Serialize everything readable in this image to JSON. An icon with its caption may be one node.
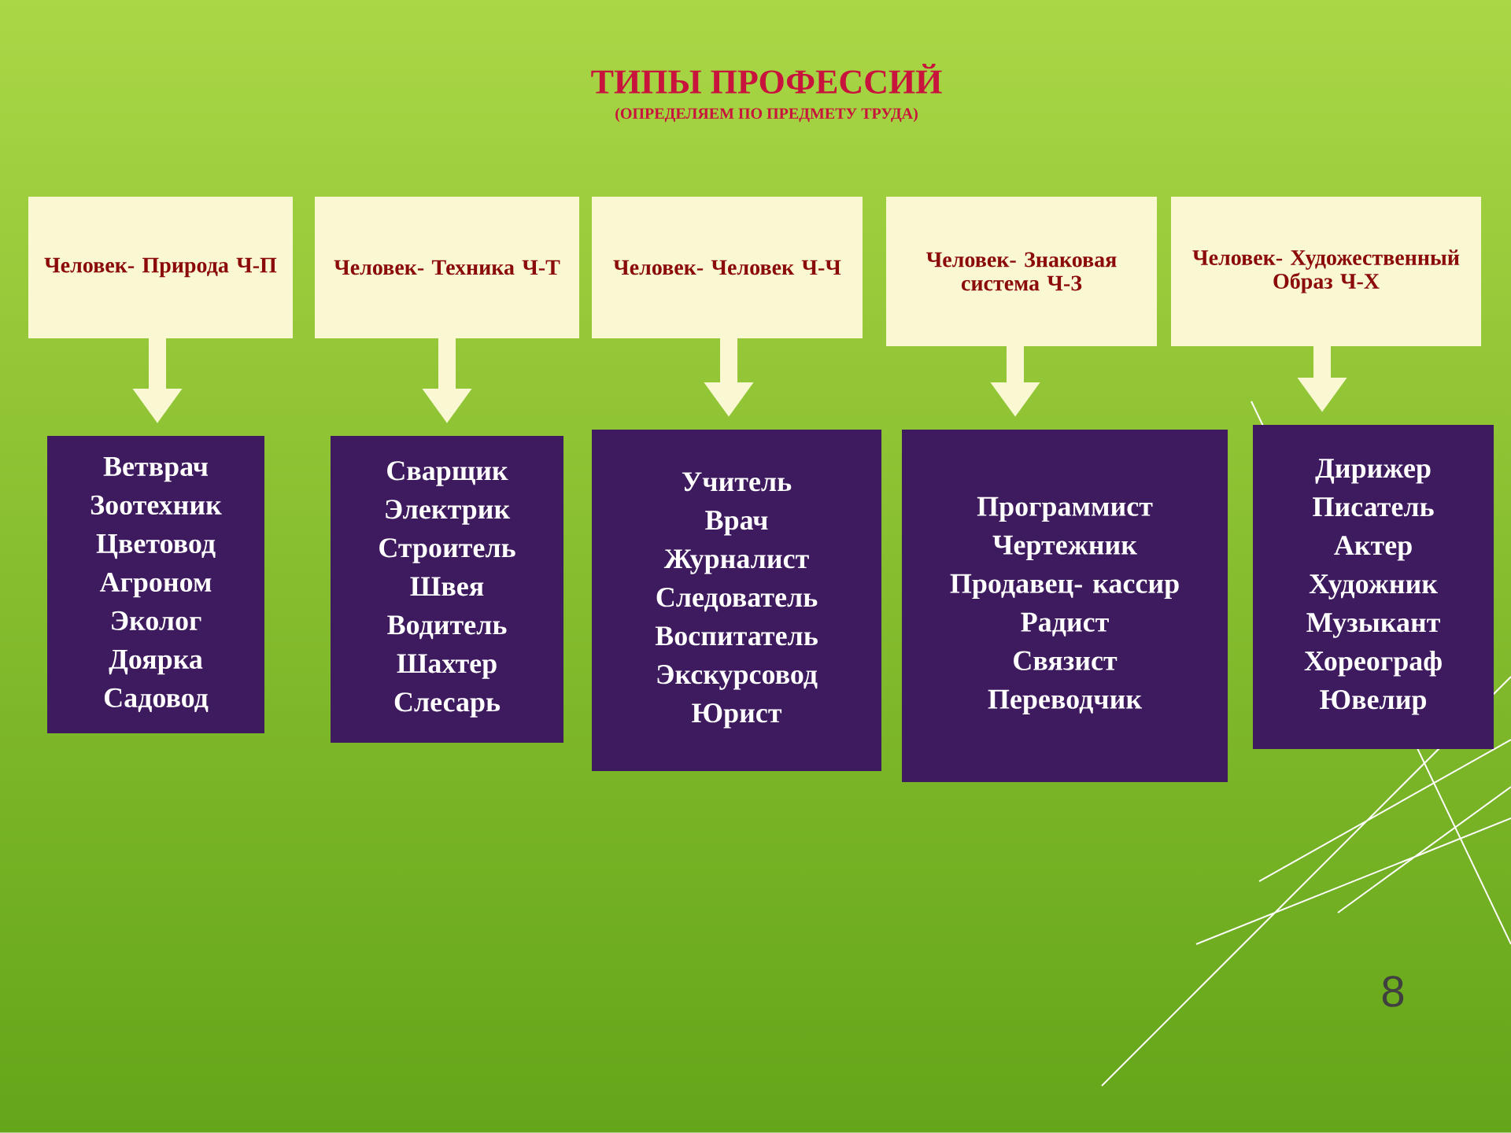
{
  "diagram": {
    "title": "ТИПЫ ПРОФЕССИЙ",
    "nodes": [
      {
        "text": [
          "Человек- Природа Ч-П"
        ]
      },
      {
        "text": [
          "Человек- Техника Ч-Т"
        ]
      },
      {
        "text": [
          "Человек- Человек Ч-Ч"
        ]
      },
      {
        "text": [
          "Человек- Знаковая система Ч-З"
        ]
      },
      {
        "text": [
          "Человек- Художественный Образ Ч-Х"
        ]
      },
      {
        "text": [
          "Ветврач",
          "Зоотехник",
          "Цветовод",
          "Агроном",
          "Эколог",
          "Доярка",
          "Садовод"
        ]
      },
      {
        "text": [
          "Сварщик",
          "Электрик",
          "Строитель",
          "Швея",
          "Водитель",
          "Шахтер",
          "Слесарь"
        ]
      },
      {
        "text": [
          "Учитель",
          "Врач",
          "Журналист",
          "Следователь",
          "Воспитатель",
          "Экскурсовод",
          "Юрист"
        ]
      },
      {
        "text": [
          "Программист",
          "Чертежник",
          "Продавец- кассир",
          "Радист",
          "Связист",
          "Переводчик"
        ]
      },
      {
        "text": [
          "Дирижер",
          "Писатель",
          "Актер",
          "Художник",
          "Музыкант",
          "Хореограф",
          "Ювелир"
        ]
      }
    ],
    "edges": [
      {
        "from": 0,
        "to": 5,
        "arrow": "to"
      },
      {
        "from": 1,
        "to": 6,
        "arrow": "to"
      },
      {
        "from": 2,
        "to": 7,
        "arrow": "to"
      },
      {
        "from": 3,
        "to": 8,
        "arrow": "to"
      },
      {
        "from": 4,
        "to": 9,
        "arrow": "to"
      }
    ],
    "labels": [
      "(ОПРЕДЕЛЯЕМ ПО ПРЕДМЕТУ ТРУДА)",
      "8"
    ]
  }
}
